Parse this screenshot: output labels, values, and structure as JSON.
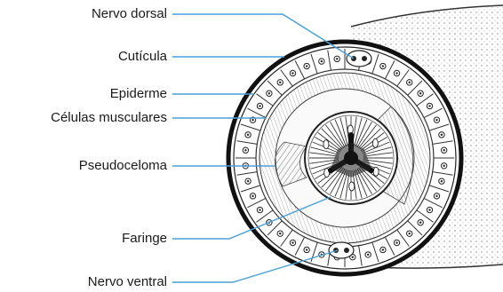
{
  "labels": {
    "nervo_dorsal": "Nervo dorsal",
    "cuticula": "Cutícula",
    "epiderme": "Epiderme",
    "celulas_musculares": "Células musculares",
    "pseudoceloma": "Pseudoceloma",
    "faringe": "Faringe",
    "nervo_ventral": "Nervo ventral"
  },
  "colors": {
    "leader_line": "#4a9fd8",
    "ink": "#1a1a1a"
  }
}
